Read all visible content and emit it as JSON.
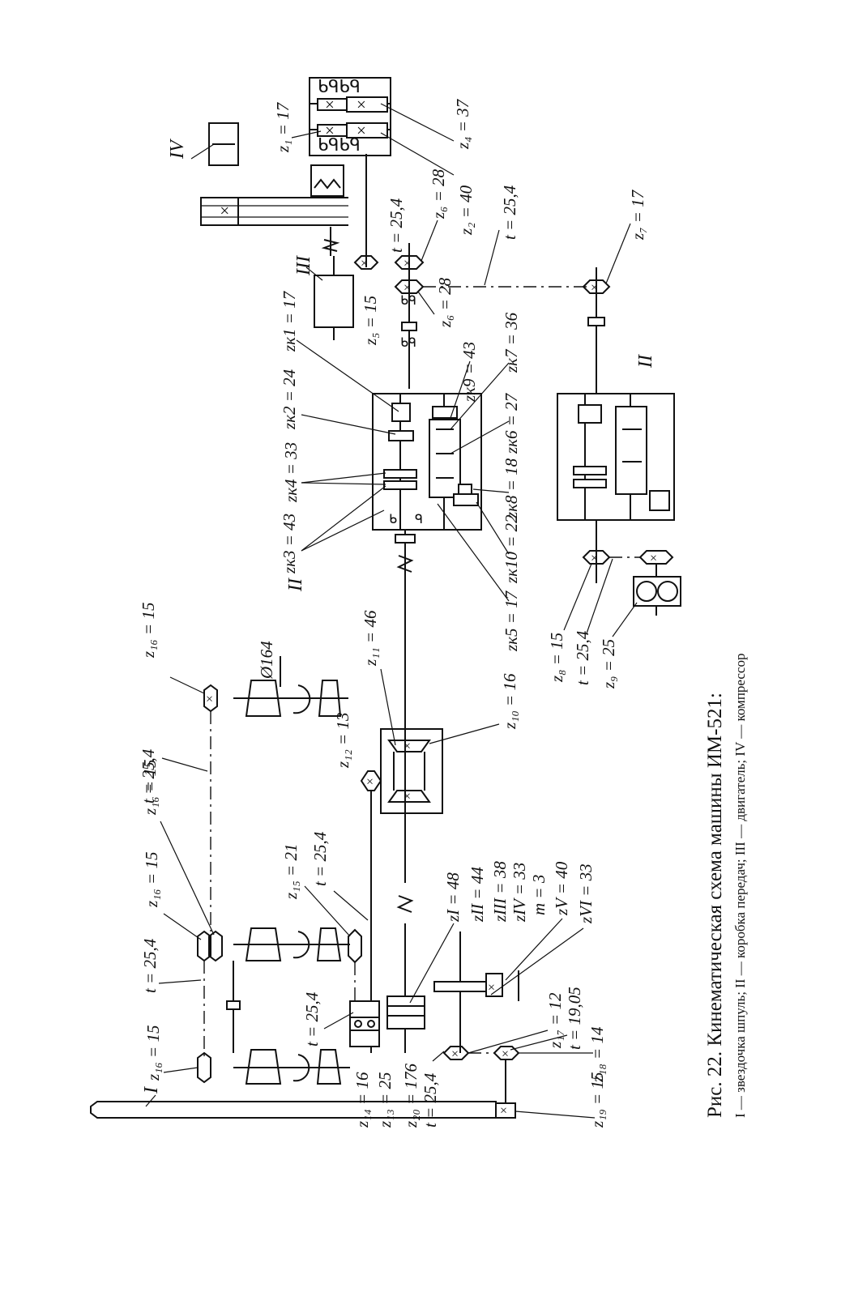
{
  "figure": {
    "caption_title": "Рис. 22. Кинематическая схема машины ИМ-521:",
    "caption_legend": "I — звездочка шпуль; II — коробка передач; III — двигатель; IV — компрессор"
  },
  "components": {
    "sprocket_I": "I",
    "gearbox_II_main": "II",
    "gearbox_II_copy": "II",
    "motor_III": "III",
    "compressor_IV": "IV"
  },
  "labels": {
    "z1": "z₁ = 17",
    "z2": "z₂ = 40",
    "z4": "z₄ = 37",
    "z5": "z₅ = 15",
    "z6a": "z₆ = 28",
    "z6b": "z₆ = 28",
    "z7": "z₇ = 17",
    "t_motor": "t = 25,4",
    "t_long": "t = 25,4",
    "zk1": "zк1 = 17",
    "zk2": "zк2 = 24",
    "zk4": "zк4 = 33",
    "zk3": "zк3 = 43",
    "zk9": "zк9 = 43",
    "zk7": "zк7 = 36",
    "zk6": "zк6 = 27",
    "zk8": "zк8 = 18",
    "zk10": "zк10 = 22",
    "zk5": "zк5 = 17",
    "z8": "z₈ = 15",
    "t_z8": "t = 25,4",
    "z9": "z₉ = 25",
    "z10": "z₁₀ = 16",
    "z11": "z₁₁ = 46",
    "z12": "z₁₂ = 13",
    "phi164": "Ø164",
    "z16a": "z₁₆ = 15",
    "z16b": "z₁₆ = 15",
    "z16c": "z₁₆ = 15",
    "z16d": "z₁₆ = 15",
    "t_top": "t = 25,4",
    "t_left": "t = 25,4",
    "z15": "z₁₅ = 21",
    "t_z15": "t = 25,4",
    "t_z14": "t = 25,4",
    "z14": "z₁₄ = 16",
    "z13": "z₁₃ = 25",
    "z20": "z₂₀ = 176",
    "t_z20": "t = 25,4",
    "zI": "zI = 48",
    "zII": "zII = 44",
    "zIII": "zIII = 38",
    "zIV": "zIV = 33",
    "m3": "m = 3",
    "zV": "zV = 40",
    "zVI": "zVI = 33",
    "z17": "z₁₇ = 12",
    "t1905": "t = 19,05",
    "z18": "z₁₈ = 14",
    "z19": "z₁₉ = 15"
  },
  "icons": [
    "rotation-arrow-icon",
    "bearing-symbol-icon",
    "coupling-symbol-icon",
    "spring-clutch-icon",
    "sprocket-icon",
    "bevel-gear-icon"
  ]
}
